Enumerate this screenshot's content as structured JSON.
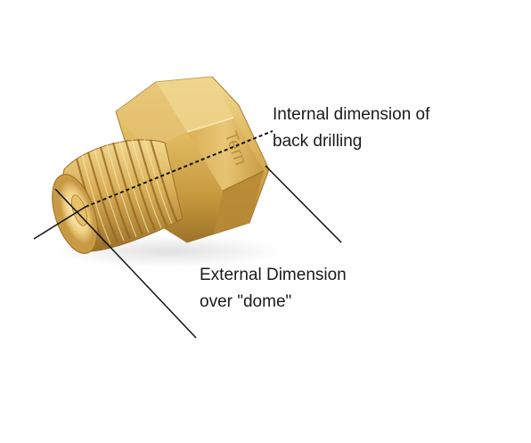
{
  "annotations": {
    "internal": "Internal dimension of\nback drilling",
    "external": "External Dimension\nover \"dome\""
  },
  "engraving": "Tern",
  "colors": {
    "background": "#ffffff",
    "brass_light": "#f0d68a",
    "brass_mid": "#d4a94a",
    "brass_dark": "#8c6420",
    "line": "#111111"
  }
}
